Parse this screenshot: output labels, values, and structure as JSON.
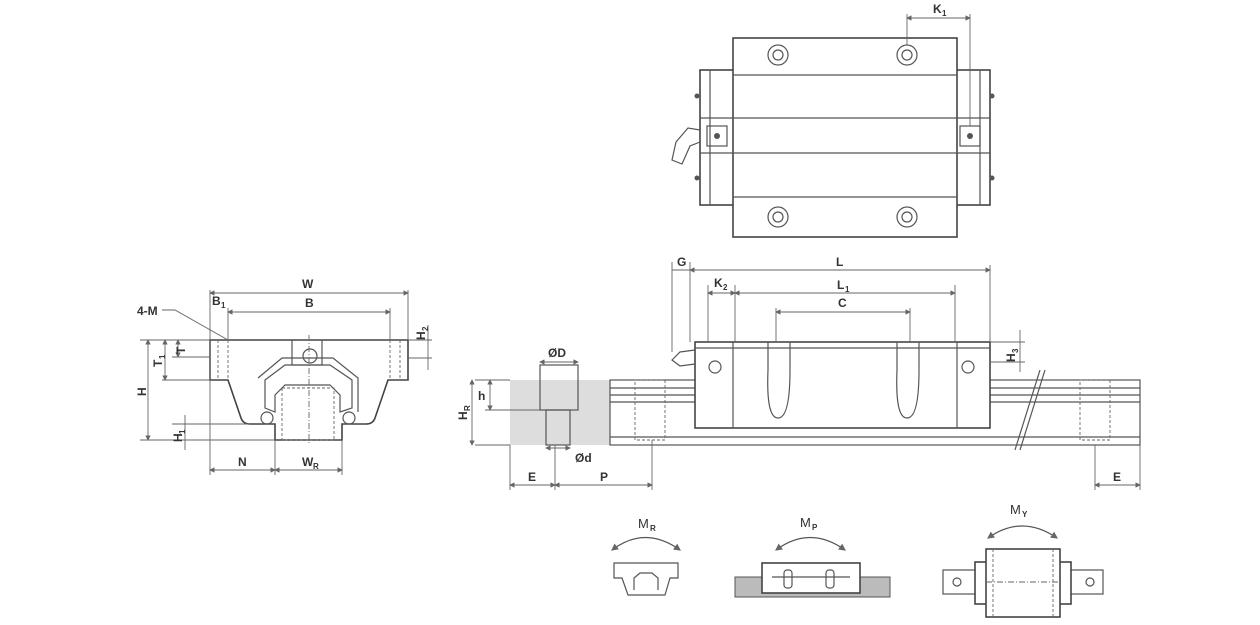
{
  "labels": {
    "W": {
      "main": "W"
    },
    "B": {
      "main": "B"
    },
    "B1": {
      "main": "B",
      "sub": "1"
    },
    "M": {
      "main": "4-M"
    },
    "H2": {
      "main": "H",
      "sub": "2"
    },
    "T": {
      "main": "T"
    },
    "T1": {
      "main": "T",
      "sub": "1"
    },
    "H": {
      "main": "H"
    },
    "H1": {
      "main": "H",
      "sub": "1"
    },
    "N": {
      "main": "N"
    },
    "WR": {
      "main": "W",
      "sub": "R"
    },
    "K1": {
      "main": "K",
      "sub": "1"
    },
    "G": {
      "main": "G"
    },
    "L": {
      "main": "L"
    },
    "K2": {
      "main": "K",
      "sub": "2"
    },
    "L1": {
      "main": "L",
      "sub": "1"
    },
    "C": {
      "main": "C"
    },
    "H3": {
      "main": "H",
      "sub": "3"
    },
    "OD": {
      "main": "ØD"
    },
    "h": {
      "main": "h"
    },
    "HR": {
      "main": "H",
      "sub": "R"
    },
    "Od": {
      "main": "Ød"
    },
    "E": {
      "main": "E"
    },
    "P": {
      "main": "P"
    },
    "E2": {
      "main": "E"
    }
  },
  "moments": {
    "MR": {
      "main": "M",
      "sub": "R"
    },
    "MP": {
      "main": "M",
      "sub": "P"
    },
    "MY": {
      "main": "M",
      "sub": "Y"
    }
  }
}
